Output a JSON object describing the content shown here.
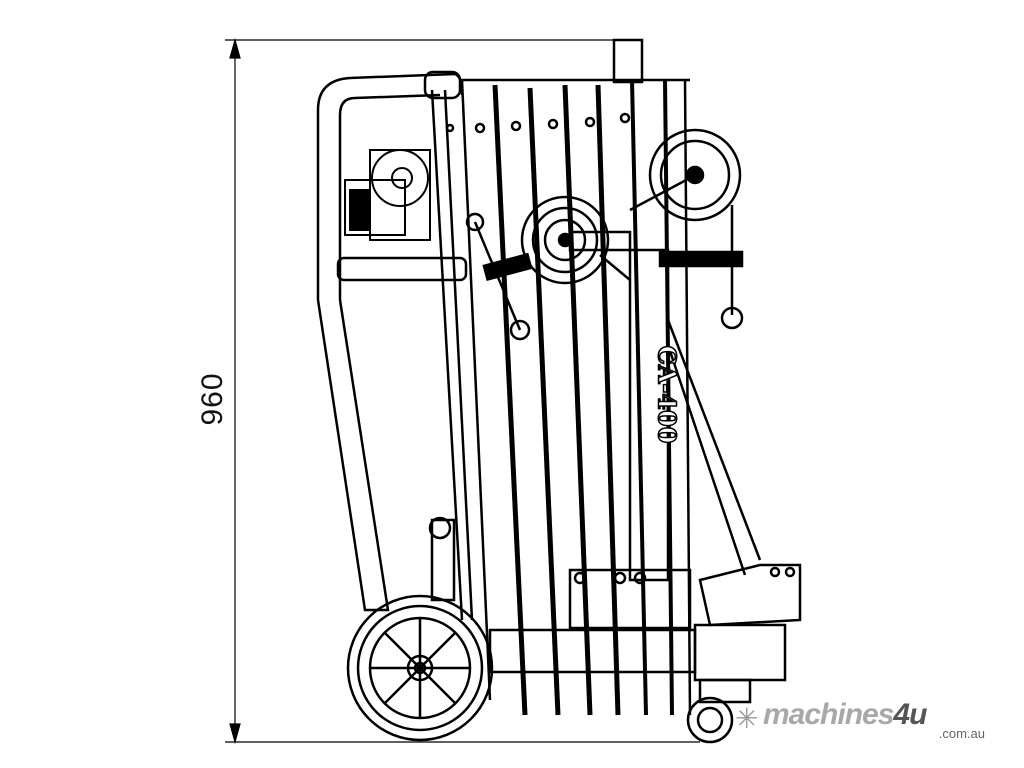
{
  "drawing": {
    "height_dimension": "960",
    "model_label": "CA-400",
    "line_color": "#000000",
    "background": "#ffffff"
  },
  "watermark": {
    "brand_main": "machines",
    "brand_number": "4u",
    "domain": ".com.au",
    "brand_color": "#a8a8a8",
    "number_color": "#555555"
  }
}
